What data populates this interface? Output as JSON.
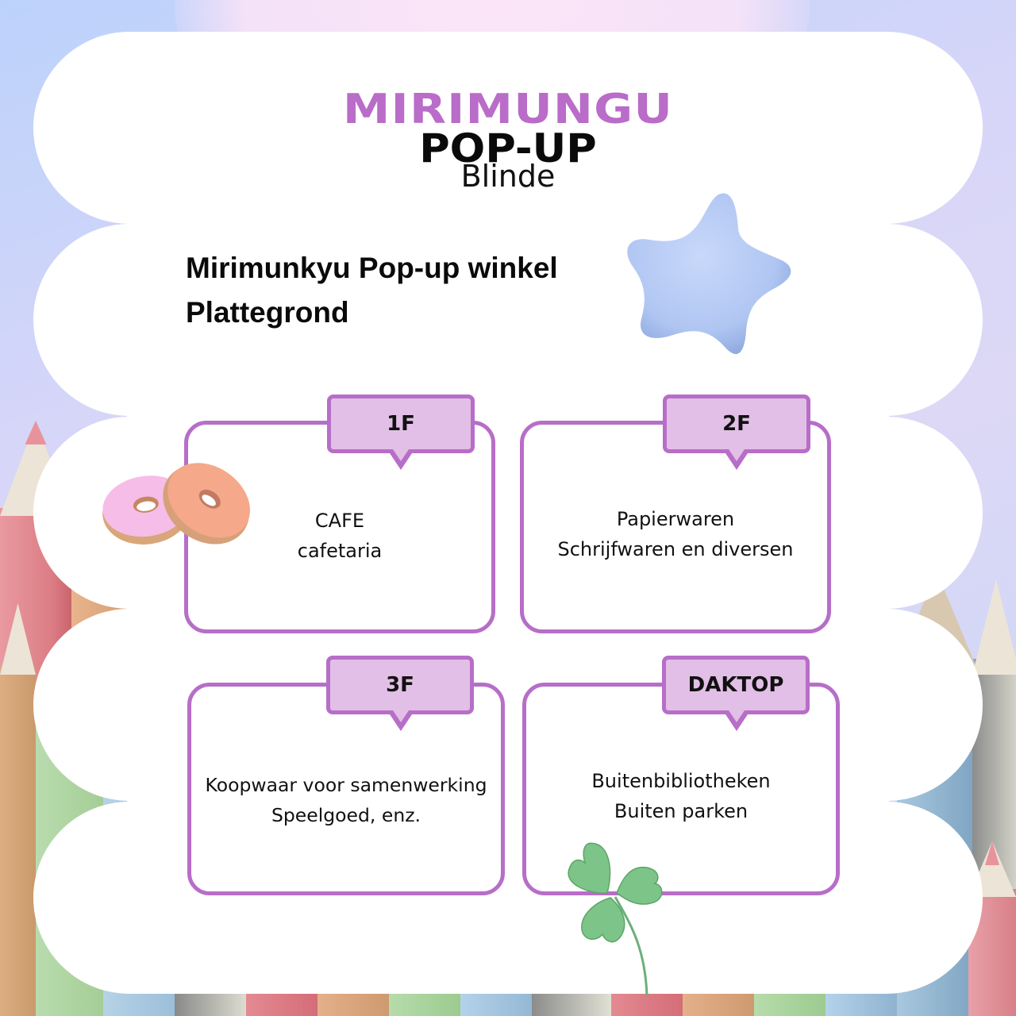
{
  "brand": {
    "title": "MIRIMUNGU",
    "subtitle": "POP-UP",
    "tagline": "Blinde"
  },
  "heading": {
    "line1": "Mirimunkyu Pop-up winkel",
    "line2": "Plattegrond"
  },
  "floors": [
    {
      "tag": "1F",
      "line1": "CAFE",
      "line2": "cafetaria"
    },
    {
      "tag": "2F",
      "line1": "Papierwaren",
      "line2": "Schrijfwaren en diversen"
    },
    {
      "tag": "3F",
      "line1": "Koopwaar voor samenwerking",
      "line2": "Speelgoed, enz."
    },
    {
      "tag": "DAKTOP",
      "line1": "Buitenbibliotheken",
      "line2": "Buiten parken"
    }
  ],
  "decorations": [
    "star-icon",
    "donut-icon",
    "clover-icon",
    "colored-pencils-background"
  ],
  "colors": {
    "accent_purple": "#b76ec8",
    "tag_fill": "#e2bfe6",
    "brand_purple": "#b96cc8",
    "star_blue": "#b3c8f4",
    "clover_green": "#7cc488"
  }
}
